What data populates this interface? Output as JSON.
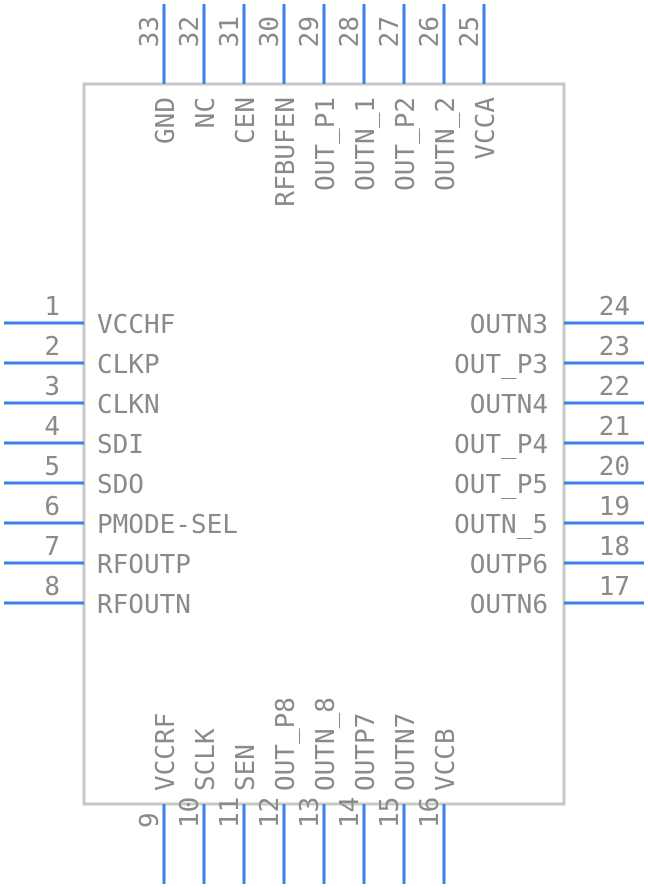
{
  "pins": {
    "left": [
      {
        "num": "1",
        "label": "VCCHF"
      },
      {
        "num": "2",
        "label": "CLKP"
      },
      {
        "num": "3",
        "label": "CLKN"
      },
      {
        "num": "4",
        "label": "SDI"
      },
      {
        "num": "5",
        "label": "SDO"
      },
      {
        "num": "6",
        "label": "PMODE-SEL"
      },
      {
        "num": "7",
        "label": "RFOUTP"
      },
      {
        "num": "8",
        "label": "RFOUTN"
      }
    ],
    "right": [
      {
        "num": "24",
        "label": "OUTN3"
      },
      {
        "num": "23",
        "label": "OUT_P3"
      },
      {
        "num": "22",
        "label": "OUTN4"
      },
      {
        "num": "21",
        "label": "OUT_P4"
      },
      {
        "num": "20",
        "label": "OUT_P5"
      },
      {
        "num": "19",
        "label": "OUTN_5"
      },
      {
        "num": "18",
        "label": "OUTP6"
      },
      {
        "num": "17",
        "label": "OUTN6"
      }
    ],
    "top": [
      {
        "num": "33",
        "label": "GND"
      },
      {
        "num": "32",
        "label": "NC"
      },
      {
        "num": "31",
        "label": "CEN"
      },
      {
        "num": "30",
        "label": "RFBUFEN"
      },
      {
        "num": "29",
        "label": "OUT_P1"
      },
      {
        "num": "28",
        "label": "OUTN_1"
      },
      {
        "num": "27",
        "label": "OUT_P2"
      },
      {
        "num": "26",
        "label": "OUTN_2"
      },
      {
        "num": "25",
        "label": "VCCA"
      }
    ],
    "bottom": [
      {
        "num": "9",
        "label": "VCCRF"
      },
      {
        "num": "10",
        "label": "SCLK"
      },
      {
        "num": "11",
        "label": "SEN"
      },
      {
        "num": "12",
        "label": "OUT_P8"
      },
      {
        "num": "13",
        "label": "OUTN_8"
      },
      {
        "num": "14",
        "label": "OUTP7"
      },
      {
        "num": "15",
        "label": "OUTN7"
      },
      {
        "num": "16",
        "label": "VCCB"
      }
    ]
  }
}
